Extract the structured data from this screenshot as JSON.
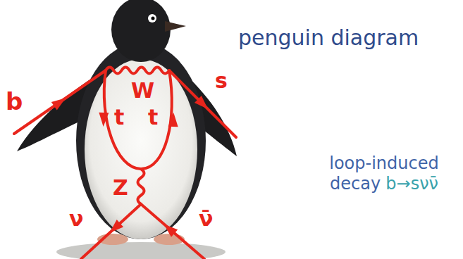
{
  "diagram": {
    "title": "penguin diagram",
    "caption": "loop-induced decay",
    "labels": [
      "b",
      "W",
      "s",
      "t",
      "t",
      "Z",
      "ν",
      "ν̄",
      "b→sνν̄"
    ]
  }
}
